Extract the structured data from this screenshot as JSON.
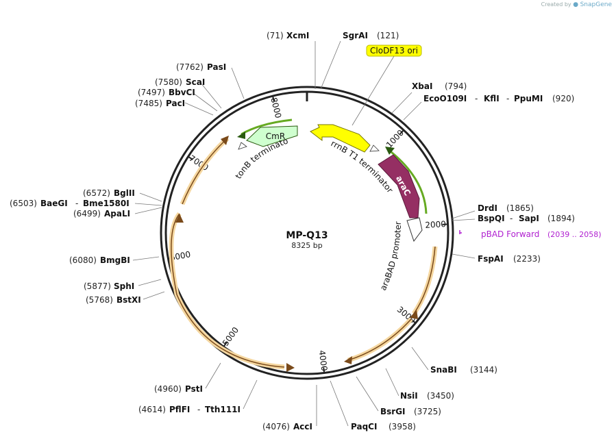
{
  "credit": {
    "prefix": "Created by",
    "brand": "SnapGene"
  },
  "plasmid": {
    "name": "MP-Q13",
    "length": 8325,
    "length_label": "8325 bp"
  },
  "colors": {
    "ring": "#222222",
    "yellow": "#ffff00",
    "yellow_stroke": "#777700",
    "green": "#66aa22",
    "green_light": "#cfffcf",
    "purple": "#952f63",
    "orange": "#f0b860",
    "primer": "#b020d0"
  },
  "ticks": [
    {
      "pos": 1000,
      "label": "1000"
    },
    {
      "pos": 2000,
      "label": "2000"
    },
    {
      "pos": 3000,
      "label": "3000"
    },
    {
      "pos": 4000,
      "label": "4000"
    },
    {
      "pos": 5000,
      "label": "5000"
    },
    {
      "pos": 6000,
      "label": "6000"
    },
    {
      "pos": 7000,
      "label": "7000"
    },
    {
      "pos": 8000,
      "label": "8000"
    }
  ],
  "sites": [
    {
      "name": "XcmI",
      "pos": "(71)"
    },
    {
      "name": "SgrAI",
      "pos": "(121)"
    },
    {
      "name": "XbaI",
      "pos": "(794)"
    },
    {
      "name": "EcoO109I",
      "extra": [
        "KflI",
        "PpuMI"
      ],
      "pos": "(920)"
    },
    {
      "name": "DrdI",
      "pos": "(1865)"
    },
    {
      "name": "BspQI",
      "extra": [
        "SapI"
      ],
      "pos": "(1894)"
    },
    {
      "name": "FspAI",
      "pos": "(2233)"
    },
    {
      "name": "SnaBI",
      "pos": "(3144)"
    },
    {
      "name": "NsiI",
      "pos": "(3450)"
    },
    {
      "name": "BsrGI",
      "pos": "(3725)"
    },
    {
      "name": "PaqCI",
      "pos": "(3958)"
    },
    {
      "name": "AccI",
      "pos": "(4076)"
    },
    {
      "name": "PflFI",
      "extra": [
        "Tth111I"
      ],
      "pos": "(4614)"
    },
    {
      "name": "PstI",
      "pos": "(4960)"
    },
    {
      "name": "BstXI",
      "pos": "(5768)"
    },
    {
      "name": "SphI",
      "pos": "(5877)"
    },
    {
      "name": "BmgBI",
      "pos": "(6080)"
    },
    {
      "name": "ApaLI",
      "pos": "(6499)"
    },
    {
      "name": "BaeGI",
      "extra": [
        "Bme1580I"
      ],
      "pos": "(6503)"
    },
    {
      "name": "BglII",
      "pos": "(6572)"
    },
    {
      "name": "PacI",
      "pos": "(7485)"
    },
    {
      "name": "BbvCI",
      "pos": "(7497)"
    },
    {
      "name": "ScaI",
      "pos": "(7580)"
    },
    {
      "name": "PasI",
      "pos": "(7762)"
    }
  ],
  "features": {
    "ori": "CloDF13 ori",
    "cmr": "CmR",
    "arac": "araC",
    "tonb": "tonB terminator",
    "rrnb": "rrnB T1 terminator",
    "arabad": "araBAD promoter"
  },
  "primer": {
    "name": "pBAD Forward",
    "range": "(2039 .. 2058)"
  }
}
